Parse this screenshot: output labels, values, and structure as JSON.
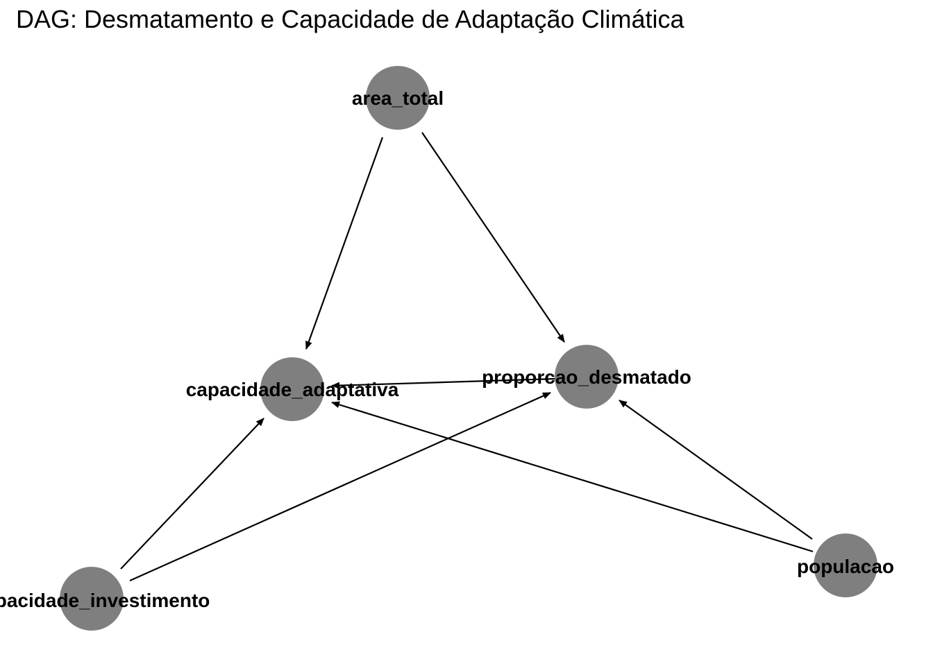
{
  "title": "DAG: Desmatamento e Capacidade de Adaptação Climática",
  "colors": {
    "node_fill": "#7f7f7f",
    "edge": "#000000",
    "label": "#000000",
    "background": "#ffffff"
  },
  "nodes": [
    {
      "id": "area_total",
      "label": "area_total"
    },
    {
      "id": "capacidade_adaptativa",
      "label": "capacidade_adaptativa"
    },
    {
      "id": "proporcao_desmatado",
      "label": "proporcao_desmatado"
    },
    {
      "id": "capacidade_investimento",
      "label": "capacidade_investimento"
    },
    {
      "id": "populacao",
      "label": "populacao"
    }
  ],
  "edges": [
    {
      "from": "area_total",
      "to": "capacidade_adaptativa"
    },
    {
      "from": "area_total",
      "to": "proporcao_desmatado"
    },
    {
      "from": "proporcao_desmatado",
      "to": "capacidade_adaptativa"
    },
    {
      "from": "capacidade_investimento",
      "to": "capacidade_adaptativa"
    },
    {
      "from": "capacidade_investimento",
      "to": "proporcao_desmatado"
    },
    {
      "from": "populacao",
      "to": "capacidade_adaptativa"
    },
    {
      "from": "populacao",
      "to": "proporcao_desmatado"
    }
  ]
}
